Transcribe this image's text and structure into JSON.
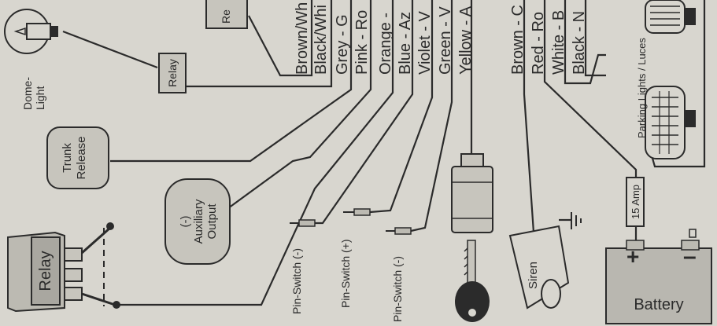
{
  "labels": {
    "relay_top_truncated": "Re",
    "relay_small": "Relay",
    "dome_light": "Dome-\nLight",
    "trunk_release": "Trunk\nRelease",
    "aux_output": "(-)\nAuxiliary\nOutput",
    "relay_big": "Relay",
    "pin_switch_1": "Pin-Switch (-)",
    "pin_switch_2": "Pin-Switch (+)",
    "pin_switch_3": "Pin-Switch (-)",
    "siren": "Siren",
    "parking_lights": "Parking Lights / Luces",
    "fuse": "15 Amp",
    "battery": "Battery",
    "plus": "+",
    "minus": "–"
  },
  "wires": [
    "Brown/Wh",
    "Black/Whi",
    "Grey - G",
    "Pink - Ro",
    "Orange -",
    "Blue - Az",
    "Violet - V",
    "Green - V",
    "Yellow - A",
    "Brown - C",
    "Red - Ro",
    "White - B",
    "Black - N"
  ],
  "colors": {
    "ink": "#2b2b2b",
    "paper": "#d8d6cf",
    "fill": "#c7c5bd"
  },
  "icons": [
    "bulb-icon",
    "key-icon",
    "ignition-switch-icon",
    "ground-icon",
    "siren-icon",
    "headlight-icon"
  ]
}
